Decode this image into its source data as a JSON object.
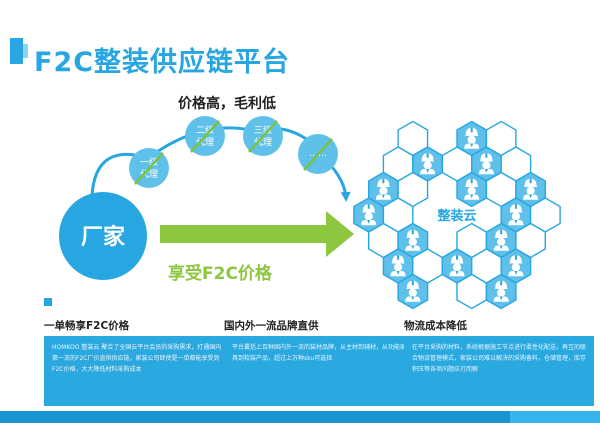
{
  "title": "F2C整装供应链平台",
  "diagram": {
    "top_caption": "价格高，毛利低",
    "factory_label": "厂家",
    "platform_label": "整装云",
    "arrow_caption": "享受F2C价格",
    "chain_nodes": [
      {
        "line1": "一级",
        "line2": "代理"
      },
      {
        "line1": "二级",
        "line2": "代理"
      },
      {
        "line1": "三级",
        "line2": "代理"
      },
      {
        "line1": "……",
        "line2": ""
      }
    ]
  },
  "columns": [
    {
      "heading": "一单畅享F2C价格",
      "body": "HOMKOO 整装云 聚合了全国云平台会员的采购需求，打通国内第一流的F2C厂价直供供应链，家装公司即使是一单都能享受到F2C价格，大大降低材料采购成本"
    },
    {
      "heading": "国内外一流品牌直供",
      "body": "平台囊括上百种国内外一流的装材品牌，从主材到辅材，从功能家具到软装产品，超过上万种sku可选择"
    },
    {
      "heading": "物流成本降低",
      "body": "在平台采购的材料，系统根据施工节点进行柔性化配送，再互的联合物流管理模式，家装公司难以解决的采购备料，仓储管理，库存积压等各项问题应刃而解"
    }
  ],
  "colors": {
    "brand_blue": "#27a6e1",
    "light_blue": "#5fc0ea",
    "arrow_green": "#8dc63f",
    "strike_green": "#7cc242",
    "dark_text": "#222222"
  }
}
